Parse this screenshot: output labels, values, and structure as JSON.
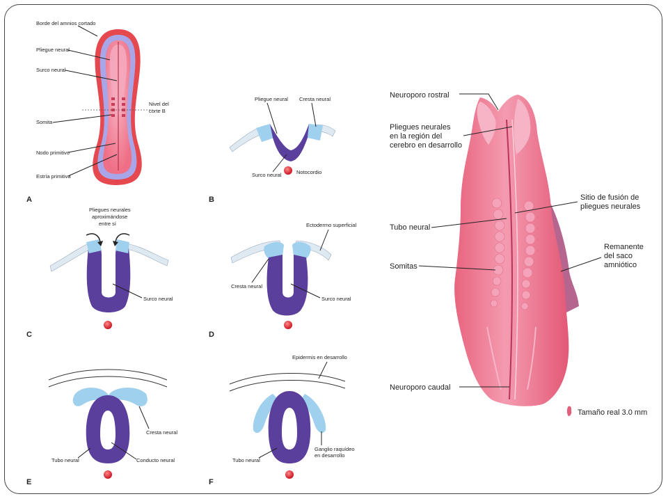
{
  "panel_a": {
    "letter": "A",
    "labels": {
      "amnion_edge": "Borde del amnios cortado",
      "neural_fold": "Pliegue neural",
      "neural_groove": "Surco neural",
      "section_level_1": "Nivel del",
      "section_level_2": "corte B",
      "somite": "Somita",
      "primitive_node": "Nodo primitivo",
      "primitive_streak": "Estría primitiva"
    }
  },
  "panel_b": {
    "letter": "B",
    "labels": {
      "neural_fold": "Pliegue neural",
      "neural_crest": "Cresta neural",
      "neural_groove": "Surco neural",
      "notochord": "Notocordio"
    }
  },
  "panel_c": {
    "letter": "C",
    "labels": {
      "folds_1": "Pliegues neurales",
      "folds_2": "aproximándose",
      "folds_3": "entre sí",
      "neural_groove": "Surco neural"
    }
  },
  "panel_d": {
    "letter": "D",
    "labels": {
      "surface_ectoderm": "Ectodermo superficial",
      "neural_crest": "Cresta neural",
      "neural_groove": "Surco neural"
    }
  },
  "panel_e": {
    "letter": "E",
    "labels": {
      "neural_crest": "Cresta neural",
      "neural_tube": "Tubo neural",
      "neural_canal": "Conducto neural"
    }
  },
  "panel_f": {
    "letter": "F",
    "labels": {
      "epidermis": "Epidermis en desarrollo",
      "neural_tube": "Tubo neural",
      "ganglion_1": "Ganglio raquídeo",
      "ganglion_2": "en desarrollo"
    }
  },
  "embryo": {
    "labels": {
      "rostral_neuropore": "Neuroporo rostral",
      "folds_brain_1": "Pliegues neurales",
      "folds_brain_2": "en la región del",
      "folds_brain_3": "cerebro en desarrollo",
      "fusion_1": "Sitio de fusión de",
      "fusion_2": "pliegues neurales",
      "neural_tube": "Tubo neural",
      "amnion_remnant_1": "Remanente",
      "amnion_remnant_2": "del saco",
      "amnion_remnant_3": "amniótico",
      "somites": "Somitas",
      "caudal_neuropore": "Neuroporo caudal",
      "actual_size": "Tamaño real 3.0 mm"
    }
  },
  "colors": {
    "neural_purple": "#5a3f9c",
    "crest_blue": "#9fd0ee",
    "notochord_red": "#d42a3a",
    "embryo_pink": "#f08aa2",
    "amnion_red": "#e0384a"
  }
}
